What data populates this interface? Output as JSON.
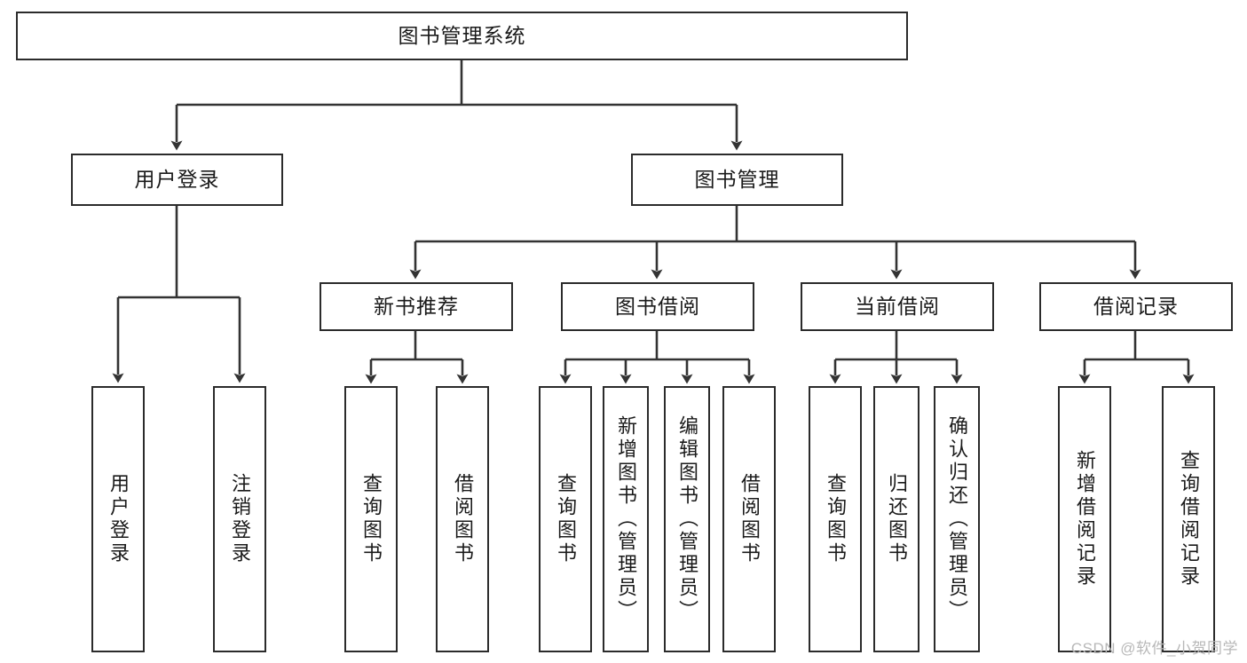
{
  "diagram": {
    "type": "hierarchy-tree",
    "title": "图书管理系统",
    "watermark": "CSDN @软件_小贺同学",
    "colors": {
      "box_stroke": "#2b2b2b",
      "box_fill": "#ffffff",
      "connector": "#333333",
      "text": "#1a1a1a",
      "watermark": "#b8b8b8"
    },
    "nodes": {
      "root": {
        "label": "图书管理系统",
        "level": 0
      },
      "l1": [
        {
          "id": "user-login",
          "label": "用户登录",
          "level": 1
        },
        {
          "id": "book-manage",
          "label": "图书管理",
          "level": 1
        }
      ],
      "l2": [
        {
          "id": "new-book-recommend",
          "label": "新书推荐",
          "level": 2,
          "parent": "book-manage"
        },
        {
          "id": "book-borrow",
          "label": "图书借阅",
          "level": 2,
          "parent": "book-manage"
        },
        {
          "id": "current-borrow",
          "label": "当前借阅",
          "level": 2,
          "parent": "book-manage"
        },
        {
          "id": "borrow-record",
          "label": "借阅记录",
          "level": 2,
          "parent": "book-manage"
        }
      ],
      "leaves": [
        {
          "id": "leaf-user-login",
          "label": "用户登录",
          "parent": "user-login"
        },
        {
          "id": "leaf-logout",
          "label": "注销登录",
          "parent": "user-login"
        },
        {
          "id": "leaf-query-book-1",
          "label": "查询图书",
          "parent": "new-book-recommend"
        },
        {
          "id": "leaf-borrow-book-1",
          "label": "借阅图书",
          "parent": "new-book-recommend"
        },
        {
          "id": "leaf-query-book-2",
          "label": "查询图书",
          "parent": "book-borrow"
        },
        {
          "id": "leaf-add-book",
          "label": "新增图书（管理员）",
          "parent": "book-borrow"
        },
        {
          "id": "leaf-edit-book",
          "label": "编辑图书（管理员）",
          "parent": "book-borrow"
        },
        {
          "id": "leaf-borrow-book-2",
          "label": "借阅图书",
          "parent": "book-borrow"
        },
        {
          "id": "leaf-query-book-3",
          "label": "查询图书",
          "parent": "current-borrow"
        },
        {
          "id": "leaf-return-book",
          "label": "归还图书",
          "parent": "current-borrow"
        },
        {
          "id": "leaf-confirm-return",
          "label": "确认归还（管理员）",
          "parent": "current-borrow"
        },
        {
          "id": "leaf-add-record",
          "label": "新增借阅记录",
          "parent": "borrow-record"
        },
        {
          "id": "leaf-query-record",
          "label": "查询借阅记录",
          "parent": "borrow-record"
        }
      ]
    }
  }
}
